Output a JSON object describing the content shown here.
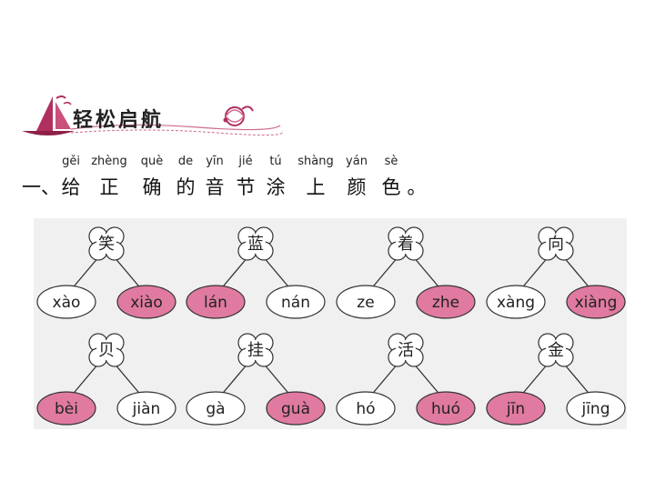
{
  "banner": {
    "title": "轻松启航",
    "accent": "#b03060"
  },
  "instruction": {
    "pinyin": [
      "gěi",
      "zhèng",
      "què",
      "de",
      "yīn",
      "jié",
      "tú",
      "shàng",
      "yán",
      "sè"
    ],
    "number": "一、",
    "chars": [
      "给",
      "正",
      "确",
      "的",
      "音",
      "节",
      "涂",
      "上",
      "颜",
      "色",
      "。"
    ]
  },
  "colors": {
    "highlight": "#e07aa1",
    "panel": "#f0f0f0",
    "outline": "#333333"
  },
  "items": [
    {
      "char": "笑",
      "options": [
        {
          "text": "xào",
          "correct": false
        },
        {
          "text": "xiào",
          "correct": true
        }
      ]
    },
    {
      "char": "蓝",
      "options": [
        {
          "text": "lán",
          "correct": true
        },
        {
          "text": "nán",
          "correct": false
        }
      ]
    },
    {
      "char": "着",
      "options": [
        {
          "text": "ze",
          "correct": false
        },
        {
          "text": "zhe",
          "correct": true
        }
      ]
    },
    {
      "char": "向",
      "options": [
        {
          "text": "xàng",
          "correct": false
        },
        {
          "text": "xiàng",
          "correct": true
        }
      ]
    },
    {
      "char": "贝",
      "options": [
        {
          "text": "bèi",
          "correct": true
        },
        {
          "text": "jiàn",
          "correct": false
        }
      ]
    },
    {
      "char": "挂",
      "options": [
        {
          "text": "gà",
          "correct": false
        },
        {
          "text": "guà",
          "correct": true
        }
      ]
    },
    {
      "char": "活",
      "options": [
        {
          "text": "hó",
          "correct": false
        },
        {
          "text": "huó",
          "correct": true
        }
      ]
    },
    {
      "char": "金",
      "options": [
        {
          "text": "jīn",
          "correct": true
        },
        {
          "text": "jīng",
          "correct": false
        }
      ]
    }
  ]
}
